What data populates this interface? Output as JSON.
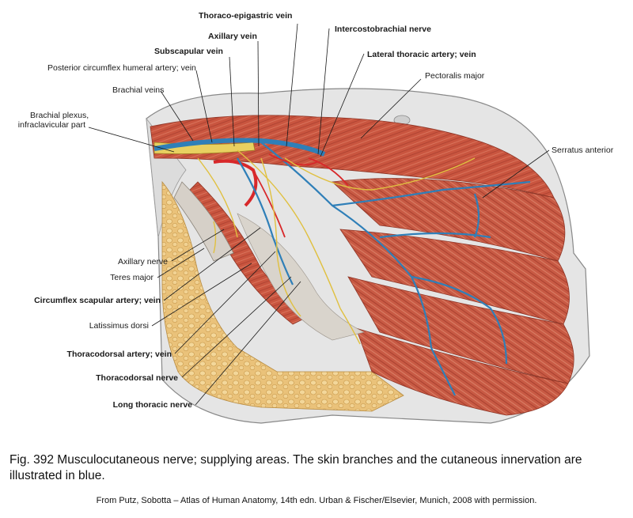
{
  "labels": {
    "thoraco_epigastric_vein": "Thoraco-epigastric vein",
    "axillary_vein": "Axillary vein",
    "subscapular_vein": "Subscapular vein",
    "posterior_circumflex": "Posterior circumflex humeral artery; vein",
    "brachial_veins": "Brachial veins",
    "brachial_plexus_1": "Brachial plexus,",
    "brachial_plexus_2": "infraclavicular part",
    "intercostobrachial_nerve": "Intercostobrachial nerve",
    "lateral_thoracic": "Lateral thoracic artery; vein",
    "pectoralis_major": "Pectoralis major",
    "serratus_anterior": "Serratus anterior",
    "axillary_nerve": "Axillary nerve",
    "teres_major": "Teres major",
    "circumflex_scapular": "Circumflex scapular artery; vein",
    "latissimus_dorsi": "Latissimus dorsi",
    "thoracodorsal_artery_vein": "Thoracodorsal artery; vein",
    "thoracodorsal_nerve": "Thoracodorsal nerve",
    "long_thoracic_nerve": "Long thoracic nerve"
  },
  "caption": "Fig. 392 Musculocutaneous nerve; supplying areas. The skin branches and the cutaneous innervation are illustrated in blue.",
  "credit": "From Putz, Sobotta – Atlas of Human Anatomy, 14th edn. Urban & Fischer/Elsevier, Munich, 2008 with permission.",
  "colors": {
    "muscle": "#c8543f",
    "skin": "#e4e4e4",
    "fat": "#e9c07a",
    "vein": "#2f7fb8",
    "artery": "#d8282a",
    "nerve": "#e4c84a"
  }
}
